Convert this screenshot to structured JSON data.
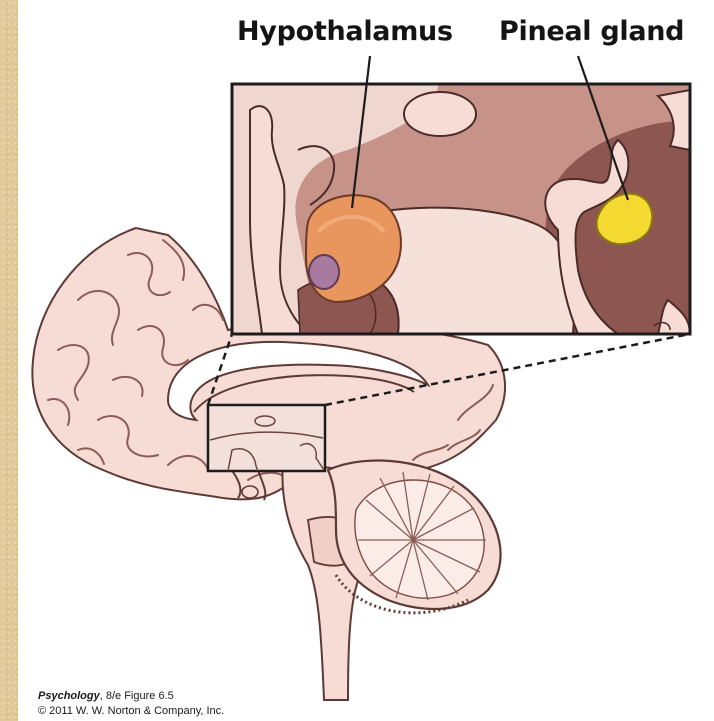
{
  "labels": {
    "hypothalamus": "Hypothalamus",
    "pineal_gland": "Pineal gland"
  },
  "credit": {
    "book_title": "Psychology",
    "book_rest": ", 8/e Figure 6.5",
    "copyright": "© 2011 W. W. Norton & Company, Inc."
  },
  "colors": {
    "page_background": "#e2c99a",
    "brain_tissue": "#f6dcd5",
    "inset_dark_tissue": "#8e5650",
    "hypothalamus": "#e8965e",
    "pineal_gland": "#f3d930",
    "pituitary": "#a87aa0"
  }
}
